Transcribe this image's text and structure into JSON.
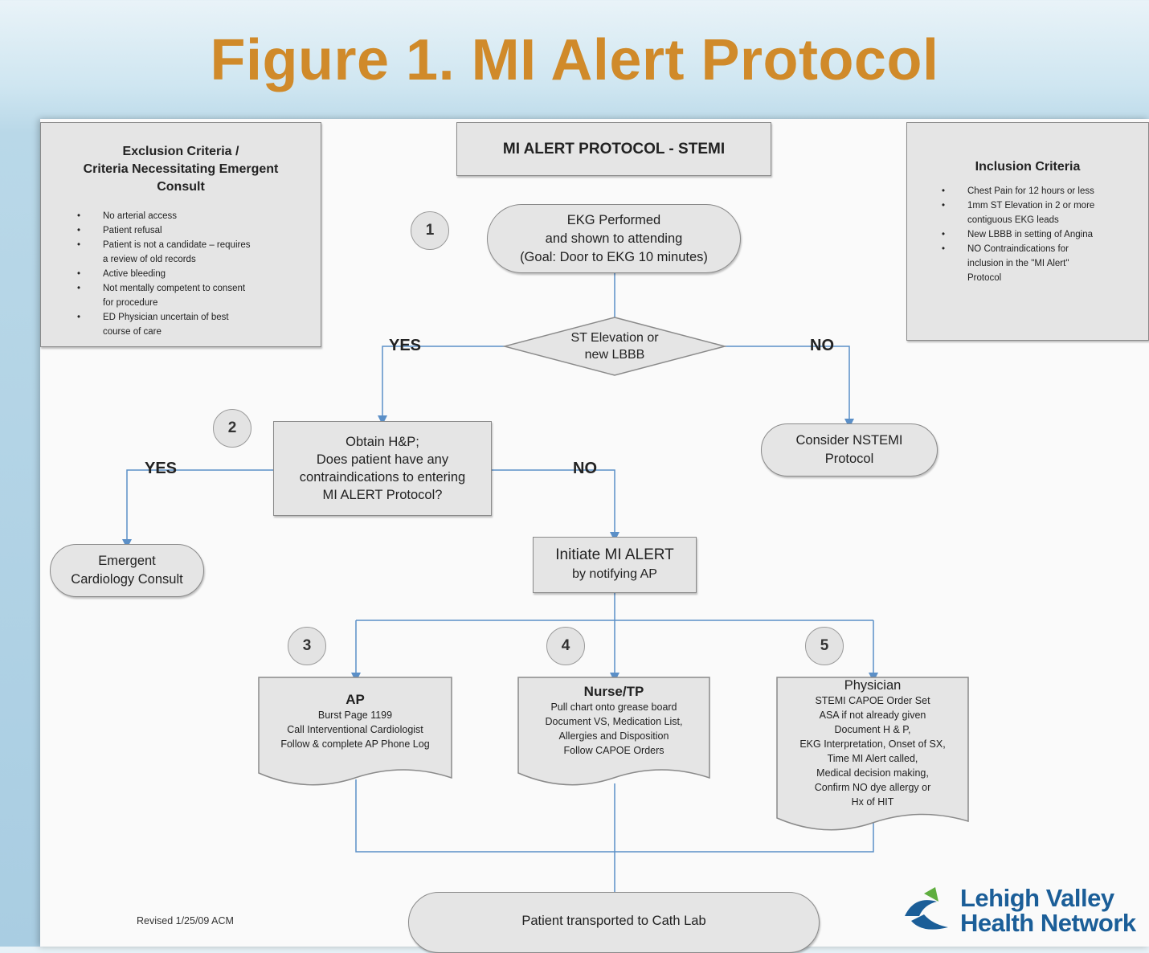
{
  "page_title": "Figure 1. MI Alert Protocol",
  "header_box": "MI ALERT PROTOCOL - STEMI",
  "exclusion": {
    "title_lines": [
      "Exclusion Criteria /",
      "Criteria Necessitating Emergent",
      "Consult"
    ],
    "items": [
      [
        "No arterial access"
      ],
      [
        "Patient refusal"
      ],
      [
        "Patient is not a candidate – requires",
        "a review of old records"
      ],
      [
        "Active bleeding"
      ],
      [
        "Not mentally competent to consent",
        "for procedure"
      ],
      [
        "ED Physician uncertain of best",
        "course of care"
      ]
    ]
  },
  "inclusion": {
    "title": "Inclusion Criteria",
    "items": [
      [
        "Chest Pain for 12 hours or less"
      ],
      [
        "1mm ST Elevation in 2 or more",
        "contiguous EKG leads"
      ],
      [
        "New LBBB in setting of Angina"
      ],
      [
        "NO Contraindications for",
        "inclusion in the \"MI Alert\"",
        "Protocol"
      ]
    ]
  },
  "steps": [
    "1",
    "2",
    "3",
    "4",
    "5"
  ],
  "nodes": {
    "ekg": [
      "EKG Performed",
      "and shown to attending",
      "(Goal: Door to EKG 10 minutes)"
    ],
    "decision": [
      "ST Elevation or",
      "new LBBB"
    ],
    "nstemi": [
      "Consider NSTEMI",
      "Protocol"
    ],
    "obtain": [
      "Obtain H&P;",
      "Does patient have any",
      "contraindications to entering",
      "MI ALERT Protocol?"
    ],
    "emergent": [
      "Emergent",
      "Cardiology Consult"
    ],
    "initiate": [
      "Initiate MI ALERT",
      "by notifying AP"
    ],
    "ap": {
      "title": "AP",
      "lines": [
        "Burst Page 1199",
        "Call Interventional Cardiologist",
        "Follow & complete AP Phone Log"
      ]
    },
    "nurse": {
      "title": "Nurse/TP",
      "lines": [
        "Pull chart onto grease board",
        "Document VS, Medication List,",
        "Allergies and Disposition",
        "Follow CAPOE Orders"
      ]
    },
    "physician": {
      "title": "Physician",
      "lines": [
        "STEMI CAPOE Order Set",
        "ASA if not already given",
        "Document H & P,",
        "EKG Interpretation, Onset of SX,",
        "Time MI Alert called,",
        "Medical decision making,",
        "Confirm NO dye allergy or",
        "Hx of HIT"
      ]
    },
    "cathlab": [
      "Patient transported to Cath Lab"
    ]
  },
  "labels": {
    "yes": "YES",
    "no": "NO"
  },
  "revised": "Revised 1/25/09 ACM",
  "logo": {
    "line1": "Lehigh Valley",
    "line2": "Health Network"
  },
  "colors": {
    "title": "#d08a2a",
    "connector": "#5b8fc7",
    "node_fill": "#e5e5e5",
    "logo_blue": "#1b5e98",
    "logo_green": "#5fae3f"
  }
}
